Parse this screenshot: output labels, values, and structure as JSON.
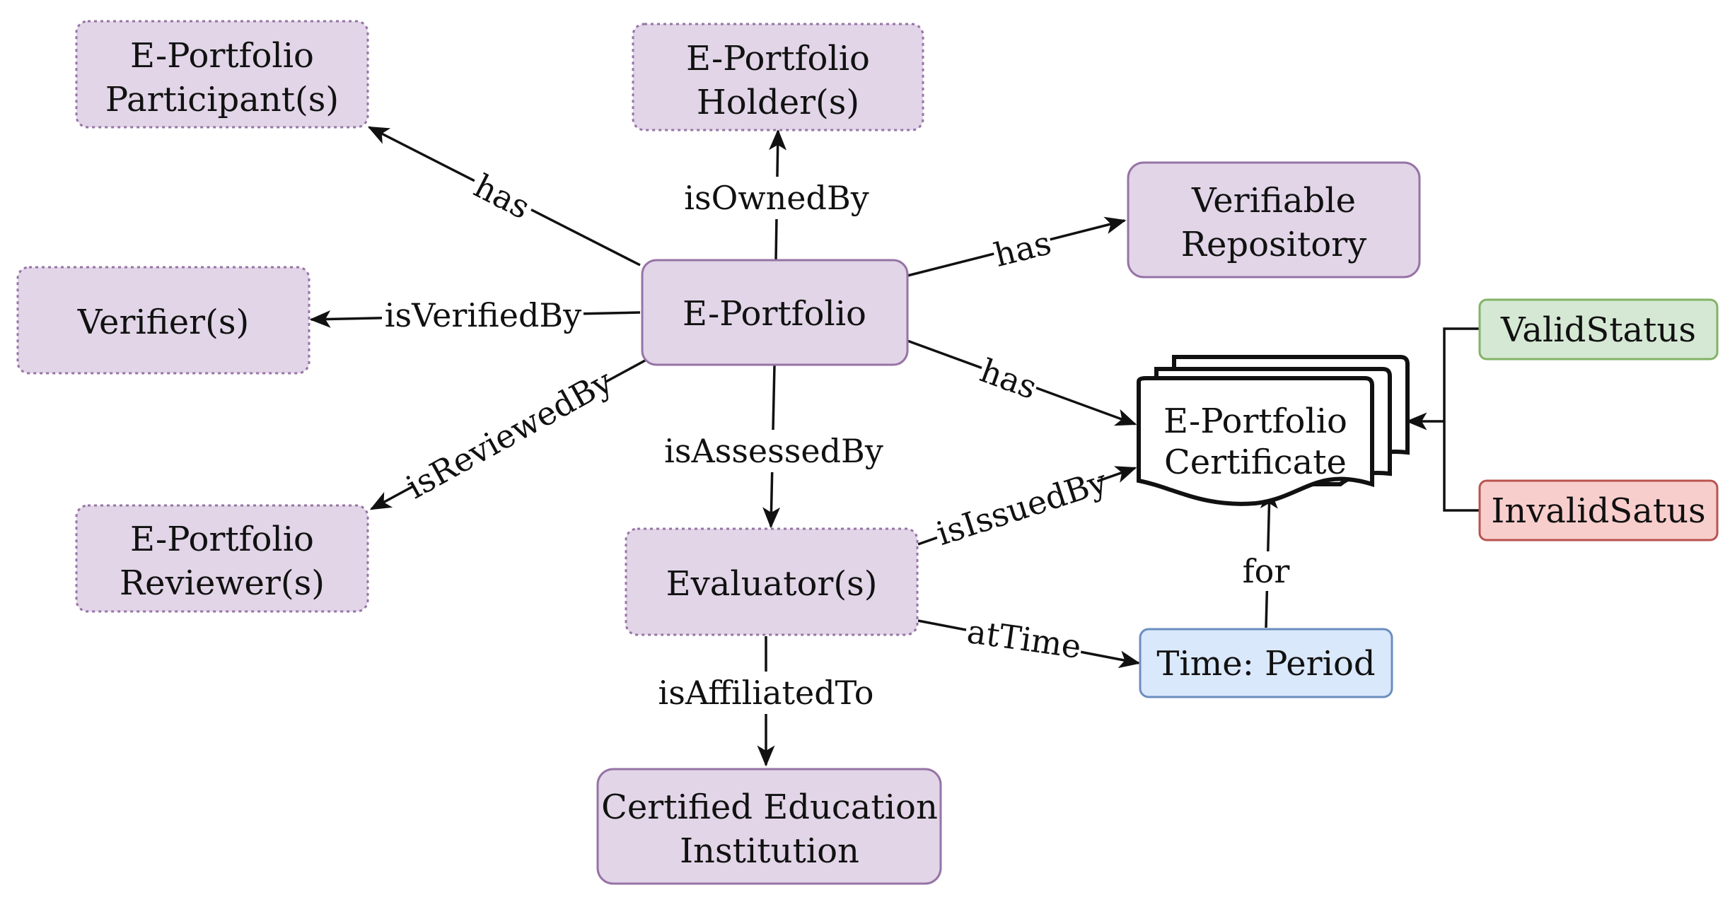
{
  "colors": {
    "entity_fill": "#e1d5e7",
    "entity_stroke": "#9673a6",
    "valid_fill": "#d5e8d4",
    "valid_stroke": "#82b366",
    "invalid_fill": "#f8cecc",
    "invalid_stroke": "#b85450",
    "time_fill": "#dae8fc",
    "time_stroke": "#6c8ebf",
    "line": "#111111"
  },
  "nodes": {
    "participant": [
      "E-Portfolio",
      "Participant(s)"
    ],
    "holder": [
      "E-Portfolio",
      "Holder(s)"
    ],
    "repository": [
      "Verifiable",
      "Repository"
    ],
    "verifier": [
      "Verifier(s)"
    ],
    "eportfolio": [
      "E-Portfolio"
    ],
    "certificate": [
      "E-Portfolio",
      "Certificate"
    ],
    "valid_status": [
      "ValidStatus"
    ],
    "invalid_status": [
      "InvalidSatus"
    ],
    "reviewer": [
      "E-Portfolio",
      "Reviewer(s)"
    ],
    "evaluator": [
      "Evaluator(s)"
    ],
    "time_period": [
      "Time: Period"
    ],
    "institution": [
      "Certified Education",
      "Institution"
    ]
  },
  "edges": {
    "has_participant": "has",
    "is_owned_by": "isOwnedBy",
    "has_repository": "has",
    "is_verified_by": "isVerifiedBy",
    "has_certificate": "has",
    "is_reviewed_by": "isReviewedBy",
    "is_assessed_by": "isAssessedBy",
    "is_issued_by": "isIssuedBy",
    "for": "for",
    "at_time": "atTime",
    "is_affiliated_to": "isAffiliatedTo"
  }
}
